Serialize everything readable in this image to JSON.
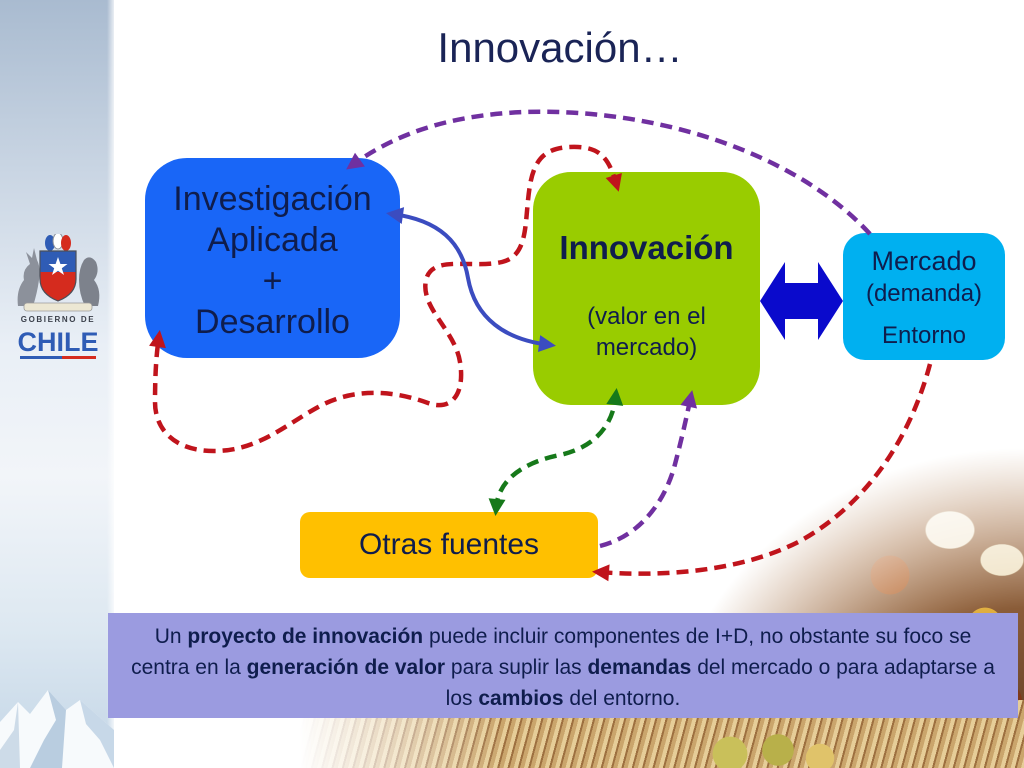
{
  "slide": {
    "title": "Innovación…"
  },
  "logo": {
    "line1": "GOBIERNO DE",
    "line2": "CHILE"
  },
  "nodes": {
    "investigacion": {
      "lines": [
        "Investigación",
        "Aplicada",
        "+",
        "Desarrollo"
      ],
      "fill": "#1966f7"
    },
    "innovacion": {
      "title": "Innovación",
      "subtitle": [
        "(valor en el",
        "mercado)"
      ],
      "fill": "#99cc00"
    },
    "mercado": {
      "title": "Mercado",
      "subtitle": "(demanda)",
      "extra": "Entorno",
      "fill": "#00b0f0"
    },
    "otras_fuentes": {
      "label": "Otras fuentes",
      "fill": "#ffc000"
    }
  },
  "note": {
    "segments": [
      "Un ",
      "proyecto de innovación",
      " puede incluir componentes de I+D, no obstante su foco se ",
      "centra en la ",
      "generación de valor",
      " para suplir las ",
      "demandas",
      " del mercado o para adaptarse a ",
      "los ",
      "cambios",
      " del entorno."
    ],
    "fill": "#9b9be0"
  },
  "colors": {
    "title": "#1a2456",
    "node_text": "#0f1d4d",
    "edge_purple": "#7030a0",
    "edge_red": "#c0141c",
    "edge_green": "#16791a",
    "edge_blue": "#3b4cc0",
    "exchange_arrow": "#0a0acc"
  }
}
